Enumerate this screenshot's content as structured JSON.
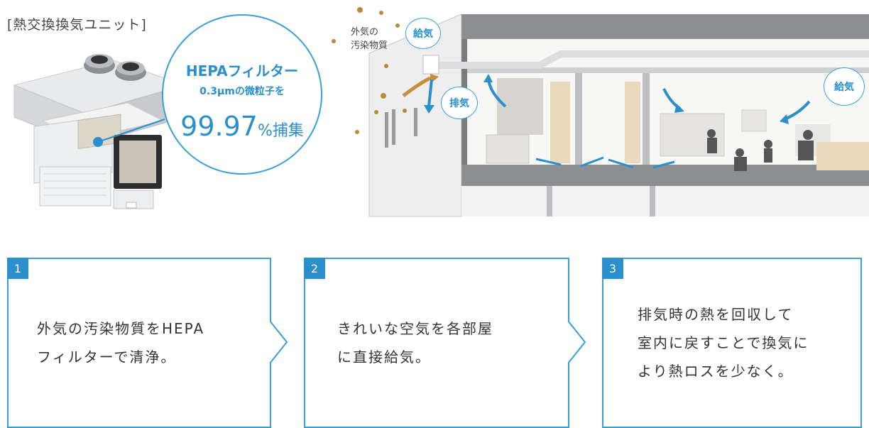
{
  "unit_title": "[熱交換換気ユニット]",
  "bubble": {
    "line1": "HEPAフィルター",
    "line2": "0.3μmの微粒子を",
    "percent_value": "99.97",
    "percent_unit": "%捕集"
  },
  "house": {
    "outside_label_1": "外気の",
    "outside_label_2": "汚染物質",
    "supply_label": "給気",
    "exhaust_label": "排気",
    "supply_label_right": "給気"
  },
  "steps": [
    {
      "number": "1",
      "line1": "外気の汚染物質をHEPA",
      "line2": "フィルターで清浄。"
    },
    {
      "number": "2",
      "line1": "きれいな空気を各部屋",
      "line2": "に直接給気。"
    },
    {
      "number": "3",
      "line1": "排気時の熱を回収して",
      "line2": "室内に戻すことで換気に",
      "line3": "より熱ロスを少なく。"
    }
  ],
  "colors": {
    "accent": "#2b8fcc",
    "border": "#3a9fd6",
    "pollutant": "#b98a3c"
  }
}
